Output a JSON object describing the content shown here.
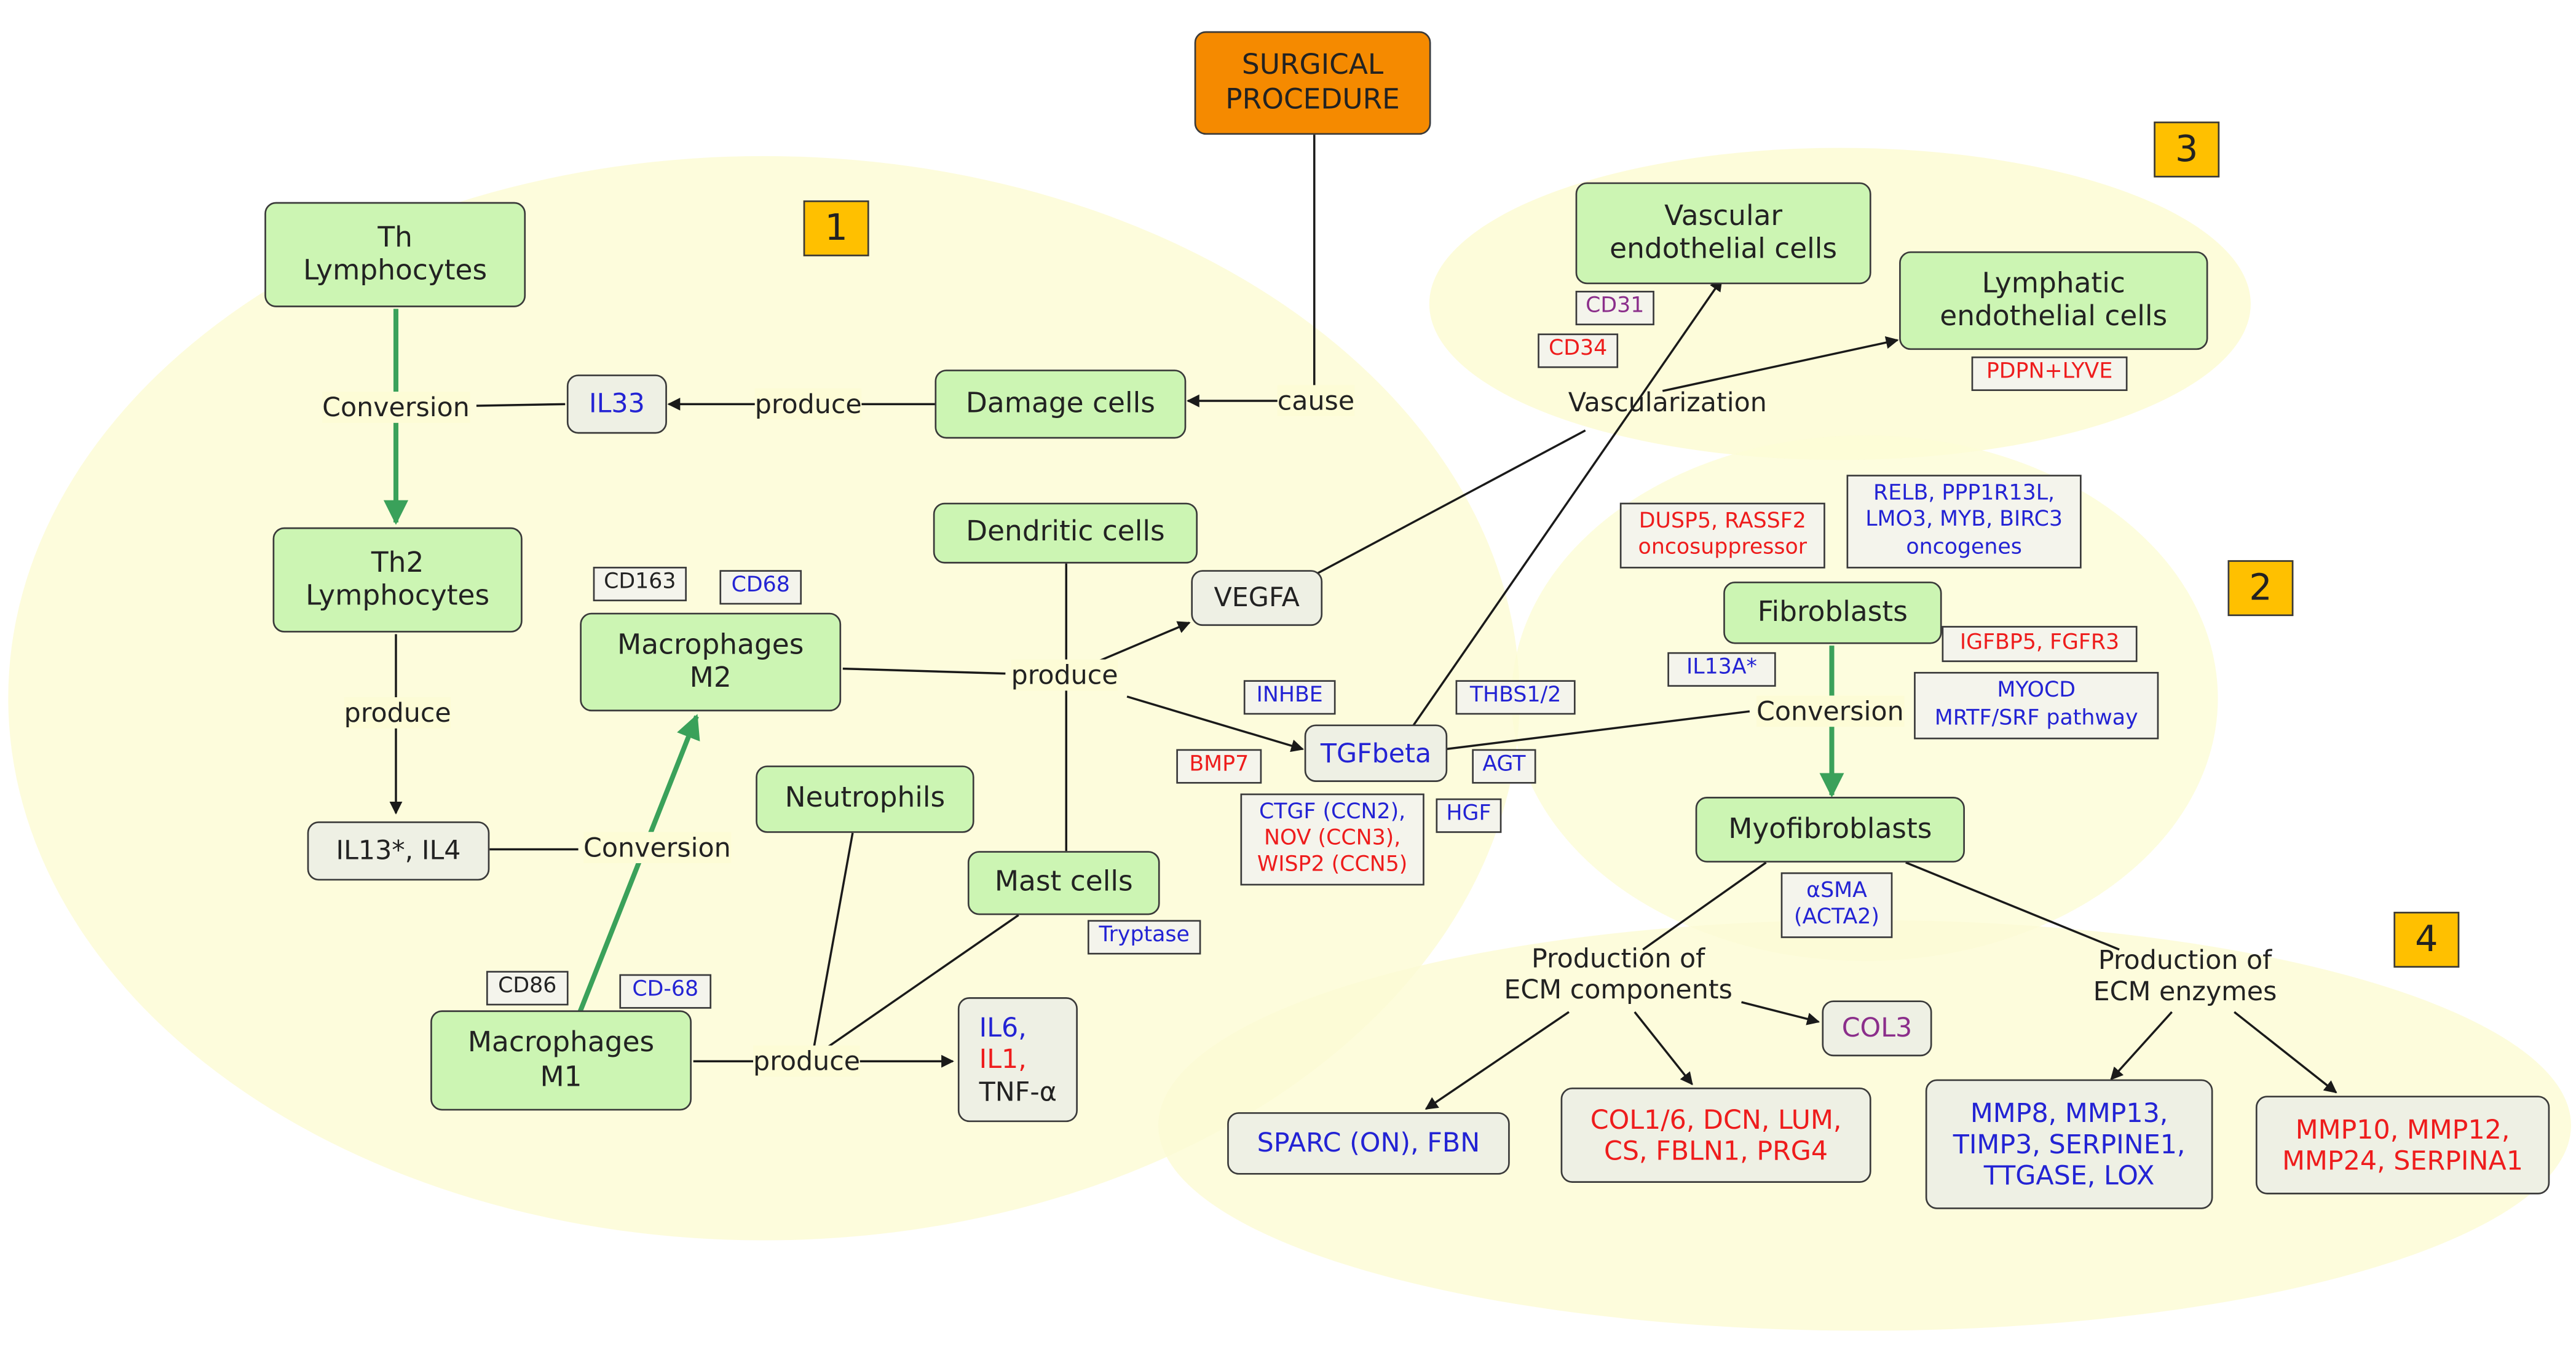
{
  "colors": {
    "cell_box": "#ccf5b3",
    "gray_box": "#eef0e4",
    "surgical_box": "#f58a00",
    "region_number": "#ffc000",
    "region_fill": "#fdfcd6",
    "marker_blue": "#2323d4",
    "marker_red": "#ee1c1c",
    "marker_purple": "#8b2e8b",
    "conversion_arrow": "#3aa15a",
    "arrow": "#1a1a1a"
  },
  "regions": {
    "r1": "1",
    "r2": "2",
    "r3": "3",
    "r4": "4"
  },
  "nodes": {
    "surgical": [
      "SURGICAL",
      "PROCEDURE"
    ],
    "th": [
      "Th",
      "Lymphocytes"
    ],
    "th2": [
      "Th2",
      "Lymphocytes"
    ],
    "il33": "IL33",
    "damage": "Damage cells",
    "dendritic": "Dendritic cells",
    "vegfa": "VEGFA",
    "m2": [
      "Macrophages",
      "M2"
    ],
    "il13": "IL13*, IL4",
    "neutrophils": "Neutrophils",
    "mast": "Mast cells",
    "m1": [
      "Macrophages",
      "M1"
    ],
    "il6_lines": [
      "IL6,",
      "IL1,",
      "TNF-α"
    ],
    "tgfbeta": "TGFbeta",
    "vascular": [
      "Vascular",
      "endothelial cells"
    ],
    "lymphatic": [
      "Lymphatic",
      "endothelial cells"
    ],
    "fibroblasts": "Fibroblasts",
    "myofibroblasts": "Myofibroblasts",
    "col3": "COL3",
    "sparc": "SPARC (ON), FBN",
    "col16": [
      "COL1/6, DCN, LUM,",
      "CS, FBLN1, PRG4"
    ],
    "mmp8": [
      "MMP8, MMP13,",
      "TIMP3, SERPINE1,",
      "TTGASE, LOX"
    ],
    "mmp10": [
      "MMP10, MMP12,",
      "MMP24, SERPINA1"
    ]
  },
  "tags": {
    "cd163": "CD163",
    "cd68": "CD68",
    "cd86": "CD86",
    "cd68b": "CD-68",
    "tryptase": "Tryptase",
    "inhbe": "INHBE",
    "bmp7": "BMP7",
    "thbs": "THBS1/2",
    "agt": "AGT",
    "hgf": "HGF",
    "ctgf": [
      "CTGF (CCN2),",
      "NOV (CCN3),",
      "WISP2 (CCN5)"
    ],
    "cd31": "CD31",
    "cd34": "CD34",
    "pdpn": "PDPN+LYVE",
    "dusp": [
      "DUSP5, RASSF2",
      "oncosuppressor"
    ],
    "relb": [
      "RELB, PPP1R13L,",
      "LMO3, MYB, BIRC3",
      "oncogenes"
    ],
    "igfbp": "IGFBP5, FGFR3",
    "il13a": "IL13A*",
    "myocd": [
      "MYOCD",
      "MRTF/SRF pathway"
    ],
    "asma": [
      "αSMA",
      "(ACTA2)"
    ]
  },
  "labels": {
    "conversion": "Conversion",
    "produce": "produce",
    "cause": "cause",
    "vascularization": "Vascularization",
    "ecm_components": [
      "Production of",
      "ECM components"
    ],
    "ecm_enzymes": [
      "Production of",
      "ECM enzymes"
    ]
  }
}
